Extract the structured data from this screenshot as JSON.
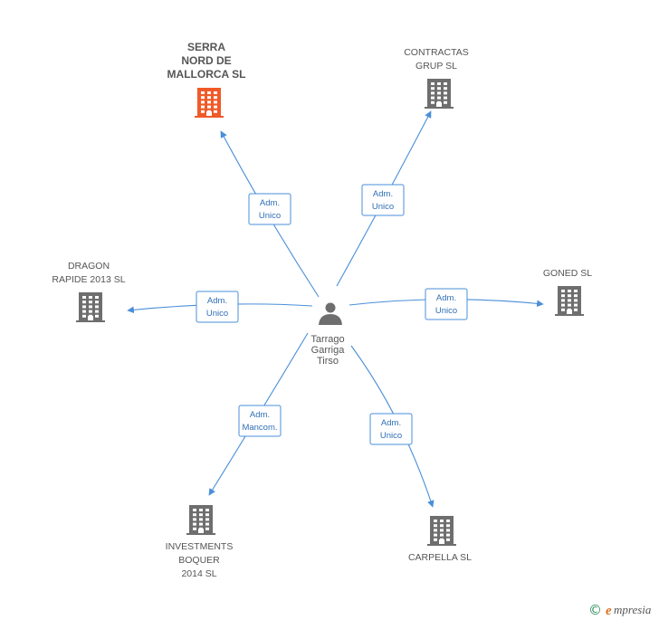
{
  "diagram": {
    "center": {
      "name_lines": [
        "Tarrago",
        "Garriga",
        "Tirso"
      ],
      "icon": "person-icon"
    },
    "companies": [
      {
        "id": "serra",
        "name_lines": [
          "SERRA",
          "NORD DE",
          "MALLORCA SL"
        ],
        "highlight": true,
        "relation_lines": [
          "Adm.",
          "Unico"
        ]
      },
      {
        "id": "contractas",
        "name_lines": [
          "CONTRACTAS",
          "GRUP SL"
        ],
        "highlight": false,
        "relation_lines": [
          "Adm.",
          "Unico"
        ]
      },
      {
        "id": "dragon",
        "name_lines": [
          "DRAGON",
          "RAPIDE 2013 SL"
        ],
        "highlight": false,
        "relation_lines": [
          "Adm.",
          "Unico"
        ]
      },
      {
        "id": "goned",
        "name_lines": [
          "GONED SL"
        ],
        "highlight": false,
        "relation_lines": [
          "Adm.",
          "Unico"
        ]
      },
      {
        "id": "investments",
        "name_lines": [
          "INVESTMENTS",
          "BOQUER",
          "2014  SL"
        ],
        "highlight": false,
        "relation_lines": [
          "Adm.",
          "Mancom."
        ]
      },
      {
        "id": "carpella",
        "name_lines": [
          "CARPELLA SL"
        ],
        "highlight": false,
        "relation_lines": [
          "Adm.",
          "Unico"
        ]
      }
    ],
    "icon": "building-icon",
    "colors": {
      "building": "#6e6e6e",
      "building_highlight": "#f05a28",
      "person": "#6e6e6e",
      "edge": "#4a8fd8",
      "relation_text": "#2f6fb6"
    }
  },
  "footer": {
    "copyright_symbol": "©",
    "brand_initial": "e",
    "brand_rest": "mpresia"
  }
}
